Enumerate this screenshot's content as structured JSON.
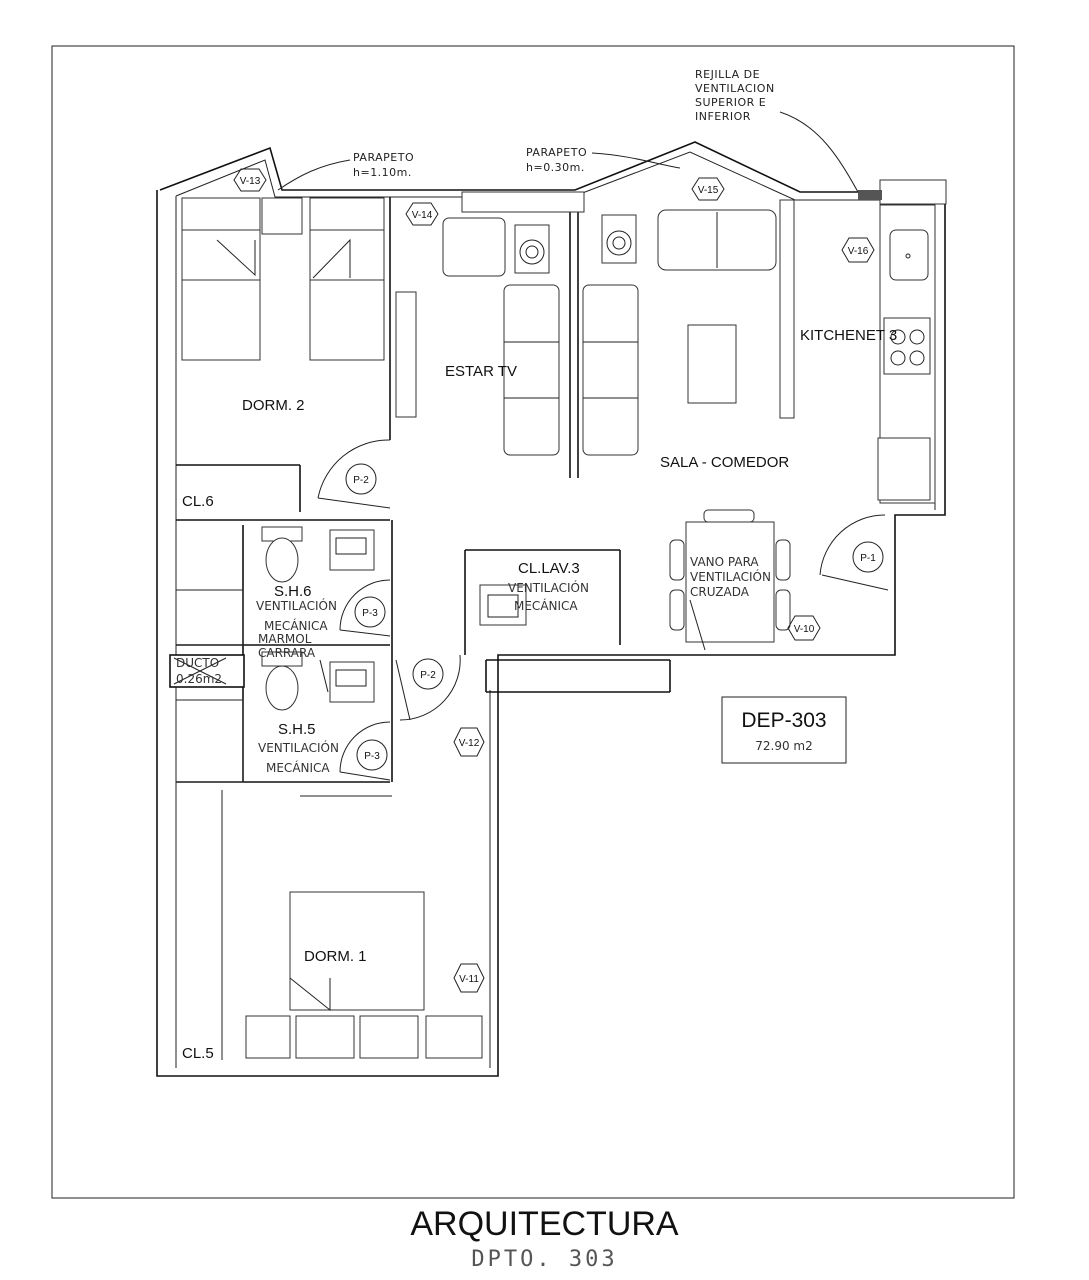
{
  "sheet": {
    "title": "ARQUITECTURA",
    "subtitle": "DPTO. 303"
  },
  "unit": {
    "name": "DEP-303",
    "area": "72.90  m2"
  },
  "rooms": {
    "dorm2": "DORM. 2",
    "dorm1": "DORM. 1",
    "estar": "ESTAR TV",
    "sala": "SALA - COMEDOR",
    "kitchen": "KITCHENET 3",
    "cl6": "CL.6",
    "cl5": "CL.5",
    "sh6": "S.H.6",
    "sh5": "S.H.5",
    "cllav": "CL.LAV.3"
  },
  "notes": {
    "parapeto1": [
      "PARAPETO",
      "h=1.10m."
    ],
    "parapeto2": [
      "PARAPETO",
      "h=0.30m."
    ],
    "rejilla": [
      "REJILLA DE",
      "VENTILACION",
      "SUPERIOR E",
      "INFERIOR"
    ],
    "vent_sh6": [
      "VENTILACIÓN",
      "MECÁNICA"
    ],
    "vent_sh5": [
      "VENTILACIÓN",
      "MECÁNICA"
    ],
    "vent_lav": [
      "VENTILACIÓN",
      "MECÁNICA"
    ],
    "marmol": [
      "MARMOL",
      "CARRARA"
    ],
    "ducto": [
      "DUCTO",
      "0.26m2"
    ],
    "vano": [
      "VANO PARA",
      "VENTILACIÓN",
      "CRUZADA"
    ]
  },
  "windows": [
    "V-13",
    "V-14",
    "V-15",
    "V-16",
    "V-10",
    "V-12",
    "V-11"
  ],
  "doors": [
    "P-2",
    "P-3",
    "P-2",
    "P-3",
    "P-1"
  ]
}
